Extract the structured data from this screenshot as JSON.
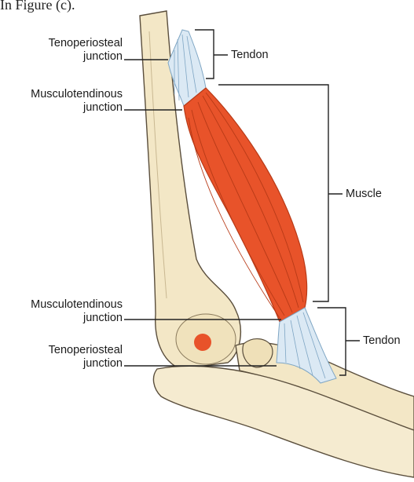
{
  "caption": "In Figure (c).",
  "labels": {
    "top_tenoperiosteal": [
      "Tenoperiosteal",
      "junction"
    ],
    "top_musculotendinous": [
      "Musculotendinous",
      "junction"
    ],
    "tendon_top": "Tendon",
    "muscle": "Muscle",
    "bottom_musculotendinous": [
      "Musculotendinous",
      "junction"
    ],
    "bottom_tenoperiosteal": [
      "Tenoperiosteal",
      "junction"
    ],
    "tendon_bottom": "Tendon"
  },
  "colors": {
    "bone": "#f3e7c6",
    "bone_outline": "#5a4e3c",
    "muscle": "#e8532a",
    "muscle_stripe": "#b83a17",
    "tendon": "#dbe9f4",
    "tendon_stripe": "#7fa6c4",
    "joint_dot": "#e8532a",
    "leader": "#222222"
  },
  "icons": [
    "elbow-anatomy-illustration"
  ]
}
